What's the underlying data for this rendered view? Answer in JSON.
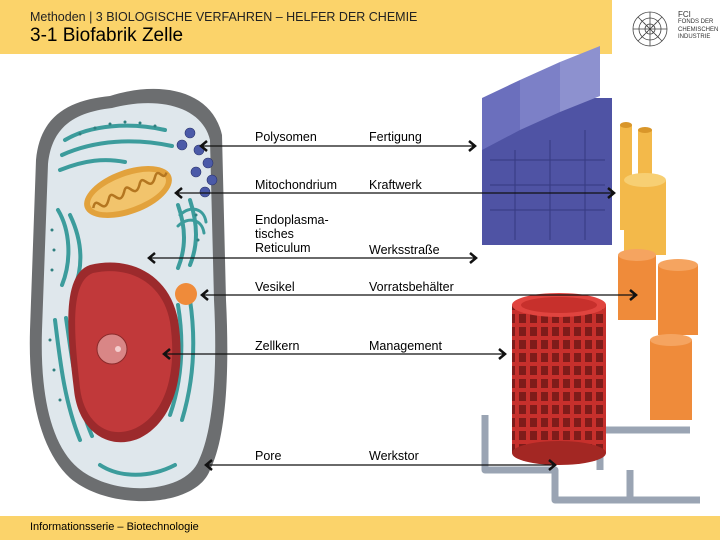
{
  "header": {
    "subtitle": "Methoden | 3 BIOLOGISCHE VERFAHREN – HELFER DER CHEMIE",
    "title": "3-1 Biofabrik Zelle",
    "logo_text": [
      "FCI",
      "FONDS DER",
      "CHEMISCHEN",
      "INDUSTRIE"
    ]
  },
  "footer": {
    "text": "Informationsserie – Biotechnologie"
  },
  "comparison": [
    {
      "organelle": "Polysomen",
      "factory": "Fertigung"
    },
    {
      "organelle": "Mitochondrium",
      "factory": "Kraftwerk"
    },
    {
      "organelle": "Endoplasma-\ntisches\nReticulum",
      "factory": "Werksstraße"
    },
    {
      "organelle": "Vesikel",
      "factory": "Vorratsbehälter"
    },
    {
      "organelle": "Zellkern",
      "factory": "Management"
    },
    {
      "organelle": "Pore",
      "factory": "Werkstor"
    }
  ],
  "colors": {
    "accent": "#fbd36a",
    "cytoplasm": "#dfe7ec",
    "cell_wall": "#6c6e70",
    "er": "#3c9c9c",
    "mitochondrion": "#e2a23c",
    "nucleus": "#c1393a",
    "vesicle": "#ef8b3a",
    "factory_building": "#5b5fae",
    "silo": "#f3b94a",
    "tower": "#c7302c"
  }
}
